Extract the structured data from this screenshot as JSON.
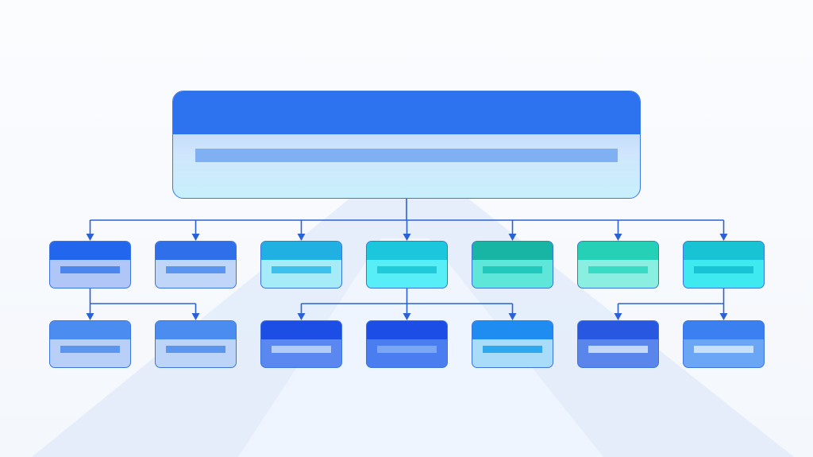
{
  "diagram": {
    "type": "hierarchy",
    "root": {
      "header_color": "#2d72ee",
      "body_color": "#c4dcfa",
      "bar_color": "#7fb0f4"
    },
    "line_color": "#2a62d6",
    "level1": [
      {
        "header_color": "#2266ee",
        "body_color": "#b0c6f6",
        "bar_color": "#4a86ee"
      },
      {
        "header_color": "#2f6fea",
        "body_color": "#c0d6f8",
        "bar_color": "#5a96f0"
      },
      {
        "header_color": "#20b0e2",
        "body_color": "#a6ecf8",
        "bar_color": "#3cc0ec"
      },
      {
        "header_color": "#1cc6dc",
        "body_color": "#58eef8",
        "bar_color": "#20cad8"
      },
      {
        "header_color": "#18b4a4",
        "body_color": "#5ee6d8",
        "bar_color": "#22c8bc"
      },
      {
        "header_color": "#26d0b6",
        "body_color": "#8aefe0",
        "bar_color": "#38dcc4"
      },
      {
        "header_color": "#18c4d4",
        "body_color": "#3eeaf0",
        "bar_color": "#18c4d4"
      }
    ],
    "level2": [
      {
        "parent": 0,
        "header_color": "#4a8cf0",
        "body_color": "#b8d0f8",
        "bar_color": "#5a96ee"
      },
      {
        "parent": 0,
        "header_color": "#4a8cf0",
        "body_color": "#bcd4f8",
        "bar_color": "#5a96ee"
      },
      {
        "parent": 3,
        "header_color": "#1c4ee6",
        "body_color": "#5a88f0",
        "bar_color": "#b4ccf8"
      },
      {
        "parent": 3,
        "header_color": "#1c4ee6",
        "body_color": "#4a7ef0",
        "bar_color": "#7aa6f4"
      },
      {
        "parent": 3,
        "header_color": "#1e8cf0",
        "body_color": "#a8dcf8",
        "bar_color": "#2ea8ee"
      },
      {
        "parent": 6,
        "header_color": "#2858e0",
        "body_color": "#5a86ec",
        "bar_color": "#c4d8f8"
      },
      {
        "parent": 6,
        "header_color": "#3a80f0",
        "body_color": "#6aa6f4",
        "bar_color": "#c8e0fa"
      }
    ]
  }
}
